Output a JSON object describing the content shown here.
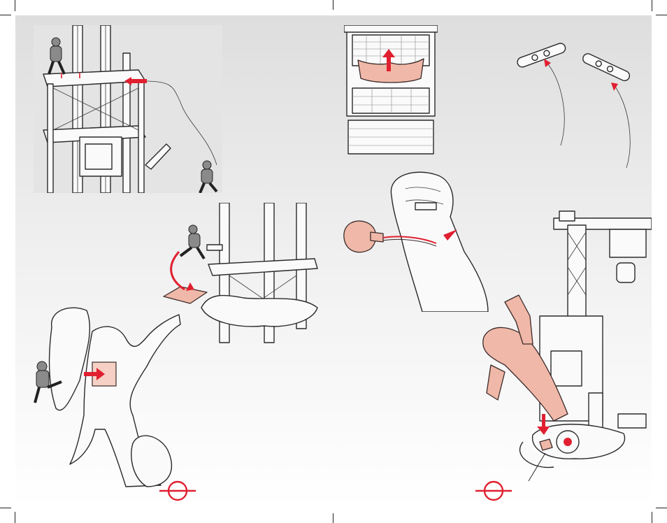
{
  "document": {
    "type": "instruction sheet",
    "pages": 2,
    "accent_color": "#e02030",
    "skin_color": "#f0b8a8",
    "panels": [
      {
        "id": "tower-zipline",
        "icon": "tower-with-cable-figure-illustration"
      },
      {
        "id": "net-trap",
        "icon": "net-trap-panel-illustration"
      },
      {
        "id": "cable-clips",
        "icon": "cable-clip-pair-illustration"
      },
      {
        "id": "jump-platform",
        "icon": "launch-platform-illustration"
      },
      {
        "id": "giant-fist",
        "icon": "fist-with-launcher-illustration"
      },
      {
        "id": "crane-tower",
        "icon": "crane-tower-with-giant-illustration"
      },
      {
        "id": "giant-villain",
        "icon": "giant-villain-illustration"
      }
    ],
    "page_markers": [
      {
        "icon": "circle-registration-mark"
      },
      {
        "icon": "circle-registration-mark"
      }
    ]
  }
}
